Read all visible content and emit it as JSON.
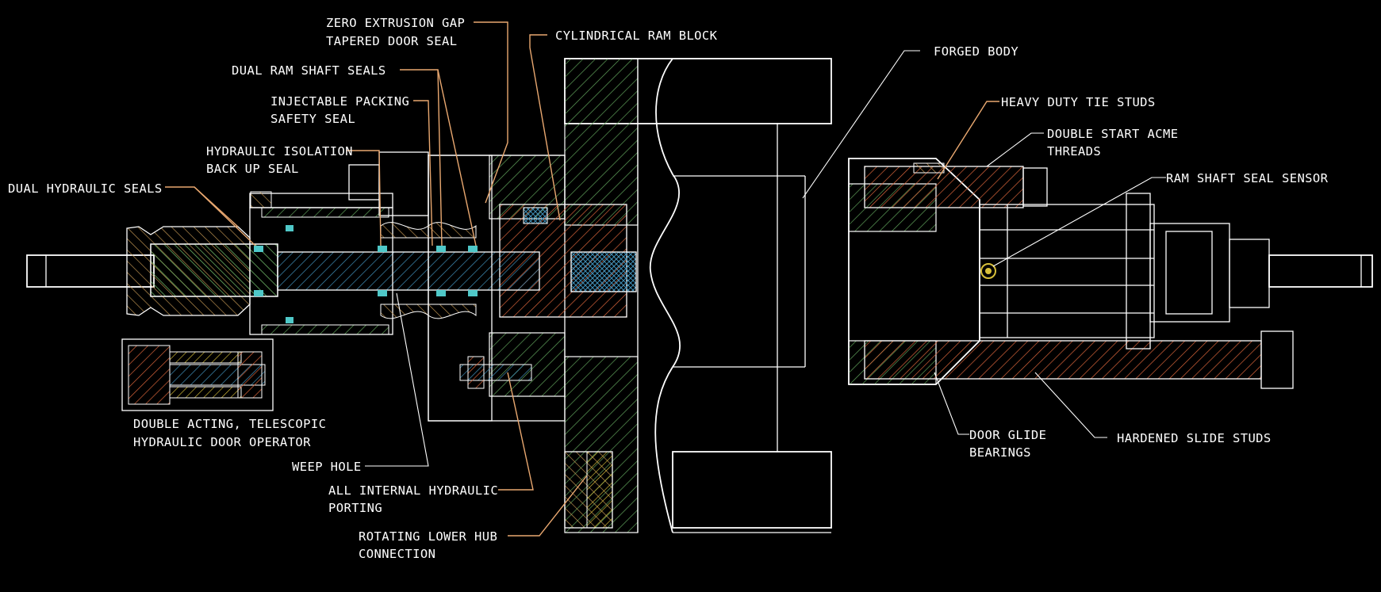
{
  "labels": {
    "zero_extrusion_1": "ZERO EXTRUSION GAP",
    "zero_extrusion_2": "TAPERED DOOR SEAL",
    "cylindrical_ram_block": "CYLINDRICAL RAM BLOCK",
    "dual_ram_shaft_seals": "DUAL RAM SHAFT SEALS",
    "injectable_packing_1": "INJECTABLE PACKING",
    "injectable_packing_2": "SAFETY SEAL",
    "hydraulic_isolation_1": "HYDRAULIC ISOLATION",
    "hydraulic_isolation_2": "BACK UP SEAL",
    "dual_hydraulic_seals": "DUAL HYDRAULIC SEALS",
    "forged_body": "FORGED BODY",
    "heavy_duty_tie_studs": "HEAVY DUTY TIE STUDS",
    "double_start_acme_1": "DOUBLE START ACME",
    "double_start_acme_2": "THREADS",
    "ram_shaft_seal_sensor": "RAM SHAFT SEAL SENSOR",
    "door_operator_1": "DOUBLE ACTING, TELESCOPIC",
    "door_operator_2": "HYDRAULIC DOOR OPERATOR",
    "weep_hole": "WEEP HOLE",
    "internal_porting_1": "ALL INTERNAL HYDRAULIC",
    "internal_porting_2": "PORTING",
    "rotating_hub_1": "ROTATING LOWER HUB",
    "rotating_hub_2": "CONNECTION",
    "door_glide_1": "DOOR GLIDE",
    "door_glide_2": "BEARINGS",
    "hardened_slide_studs": "HARDENED SLIDE STUDS"
  },
  "colors": {
    "background": "#000000",
    "outline": "#ffffff",
    "leader": "#e9a870",
    "hatch_green": "#5fa05a",
    "hatch_orange": "#d8643a",
    "hatch_blue": "#3f8fb8",
    "hatch_yellow": "#d8c03a",
    "hatch_tan": "#c79a55",
    "seal_cyan": "#4fc8c8"
  }
}
